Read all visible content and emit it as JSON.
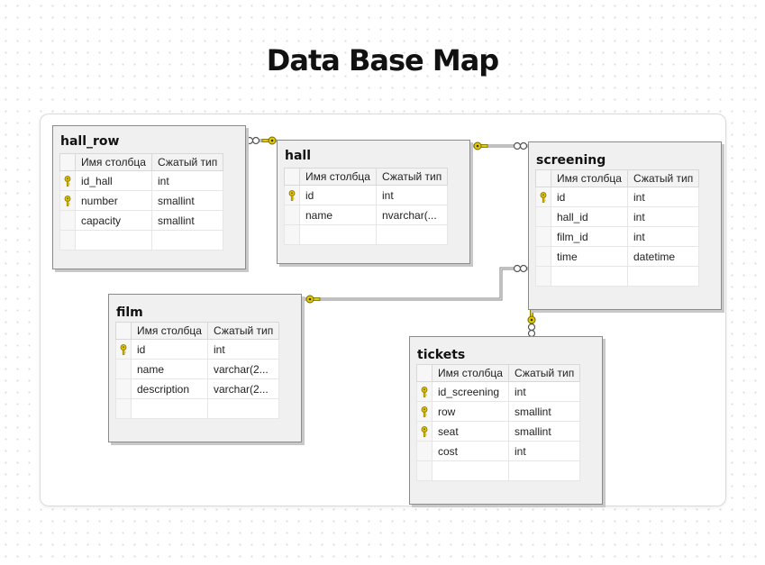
{
  "title": "Data Base Map",
  "columns_header": {
    "name": "Имя столбца",
    "type": "Сжатый тип"
  },
  "tables": {
    "hall_row": {
      "name": "hall_row",
      "rows": [
        {
          "key": true,
          "name": "id_hall",
          "type": "int"
        },
        {
          "key": true,
          "name": "number",
          "type": "smallint"
        },
        {
          "key": false,
          "name": "capacity",
          "type": "smallint"
        }
      ]
    },
    "hall": {
      "name": "hall",
      "rows": [
        {
          "key": true,
          "name": "id",
          "type": "int"
        },
        {
          "key": false,
          "name": "name",
          "type": "nvarchar(..."
        }
      ]
    },
    "screening": {
      "name": "screening",
      "rows": [
        {
          "key": true,
          "name": "id",
          "type": "int"
        },
        {
          "key": false,
          "name": "hall_id",
          "type": "int"
        },
        {
          "key": false,
          "name": "film_id",
          "type": "int"
        },
        {
          "key": false,
          "name": "time",
          "type": "datetime"
        }
      ]
    },
    "film": {
      "name": "film",
      "rows": [
        {
          "key": true,
          "name": "id",
          "type": "int"
        },
        {
          "key": false,
          "name": "name",
          "type": "varchar(2..."
        },
        {
          "key": false,
          "name": "description",
          "type": "varchar(2..."
        }
      ]
    },
    "tickets": {
      "name": "tickets",
      "rows": [
        {
          "key": true,
          "name": "id_screening",
          "type": "int"
        },
        {
          "key": true,
          "name": "row",
          "type": "smallint"
        },
        {
          "key": true,
          "name": "seat",
          "type": "smallint"
        },
        {
          "key": false,
          "name": "cost",
          "type": "int"
        }
      ]
    }
  },
  "relationships": [
    {
      "from": "hall_row",
      "to": "hall",
      "one_side": "hall",
      "many_side": "hall_row"
    },
    {
      "from": "hall",
      "to": "screening",
      "one_side": "hall",
      "many_side": "screening"
    },
    {
      "from": "film",
      "to": "screening",
      "one_side": "film",
      "many_side": "screening"
    },
    {
      "from": "screening",
      "to": "tickets",
      "one_side": "screening",
      "many_side": "tickets"
    }
  ],
  "colors": {
    "key": "#e8c800",
    "connector": "#808080",
    "table_bg": "#f0f0f0"
  }
}
